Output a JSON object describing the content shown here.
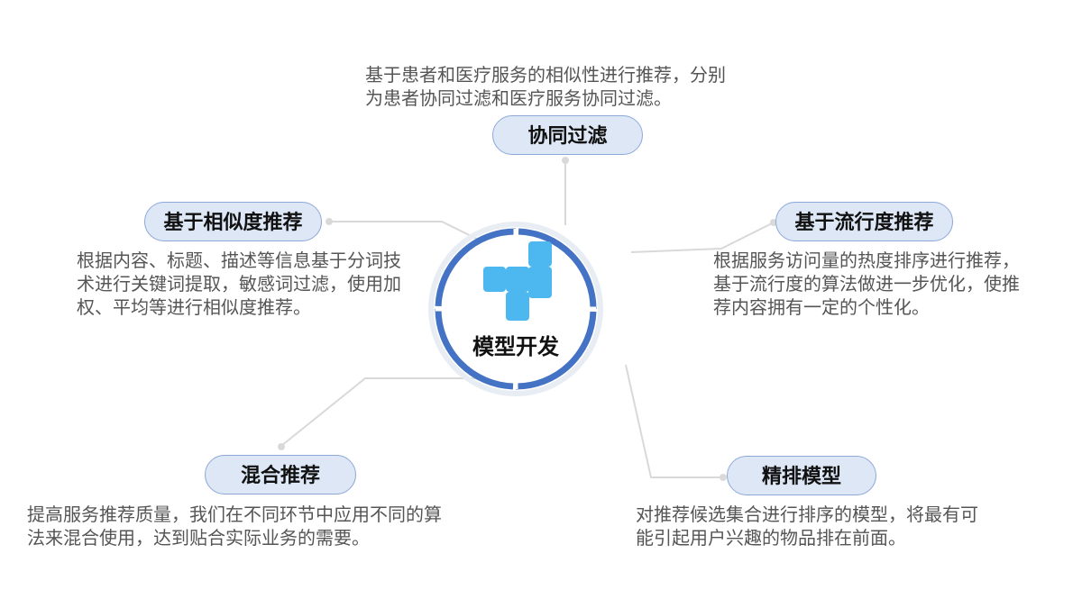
{
  "center": {
    "label": "模型开发",
    "icon": "cross-puzzle-icon"
  },
  "colors": {
    "ring": "#4472c4",
    "icon": "#4db8f0",
    "node_fill": "#dde7f6",
    "node_border": "#8da8d8",
    "connector": "#d9d9d9",
    "text": "#555555"
  },
  "nodes": {
    "collab": {
      "label": "协同过滤",
      "desc": "基于患者和医疗服务的相似性进行推荐，分别为患者协同过滤和医疗服务协同过滤。"
    },
    "popularity": {
      "label": "基于流行度推荐",
      "desc": "根据服务访问量的热度排序进行推荐，基于流行度的算法做进一步优化，使推荐内容拥有一定的个性化。"
    },
    "ranking": {
      "label": "精排模型",
      "desc": "对推荐候选集合进行排序的模型，将最有可能引起用户兴趣的物品排在前面。"
    },
    "hybrid": {
      "label": "混合推荐",
      "desc": "提高服务推荐质量，我们在不同环节中应用不同的算法来混合使用，达到贴合实际业务的需要。"
    },
    "similarity": {
      "label": "基于相似度推荐",
      "desc": "根据内容、标题、描述等信息基于分词技术进行关键词提取，敏感词过滤，使用加权、平均等进行相似度推荐。"
    }
  }
}
